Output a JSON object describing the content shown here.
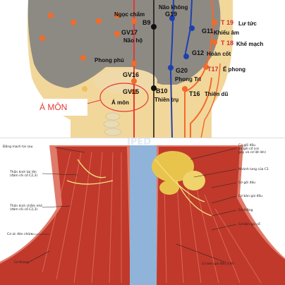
{
  "top": {
    "labels": {
      "ngoc_cham": "Ngọc chẩm",
      "nao_khong": "Não không",
      "b9": "B9",
      "g19": "G19",
      "t19": "T 19",
      "luc_tuc": "Lư tức",
      "gv17": "GV17",
      "nao_ho": "Não hộ",
      "g11": "G11",
      "khieu_am": "Khiếu âm",
      "t18": "T 18",
      "khe_mach": "Khế mạch",
      "g12": "G12",
      "hoan_cot": "Hoàn cốt",
      "phong_phu": "Phong phủ",
      "g20": "G20",
      "phong_tri": "Phong Trì",
      "t17": "T17",
      "e_phong": "Ế phong",
      "gv16": "GV16",
      "gv15": "GV15",
      "a_mon_small": "Á môn",
      "b10": "B10",
      "thien_tru": "Thiên trụ",
      "t16": "T16",
      "thien_du": "Thiên dũ",
      "a_mon_big": "Á MÔN"
    },
    "colors": {
      "skin": "#f2d79a",
      "hair": "#8d8a84",
      "red_line": "#e53935",
      "blue_line": "#1e40af",
      "orange_dot": "#f26b2a"
    }
  },
  "bottom": {
    "watermark": "IPED",
    "left_labels": [
      "Động mạch tai sau",
      "Thần kinh tai lớn\n(đám rối cổ C2,3)",
      "Thần kinh chẩm nhỏ\n(đám rối cổ C2,3)",
      "Cơ ức đòn chũm",
      "Cơ thang"
    ],
    "right_labels": [
      "Cơ gối đầu\nvà gối cổ (cơ\ngáy và cơ lật lớn)",
      "Nhánh lưng của C1",
      "Cơ gối đầu",
      "Cơ bán gai đầu",
      "Cơ thẳng",
      "Cơ bán gai cổ",
      "Cơ bán gai đầu (cắt)"
    ],
    "colors": {
      "muscle": "#c0392b",
      "muscle_light": "#e05a4a",
      "fat": "#e9c44d",
      "spine_band": "#8fb3d9"
    }
  }
}
